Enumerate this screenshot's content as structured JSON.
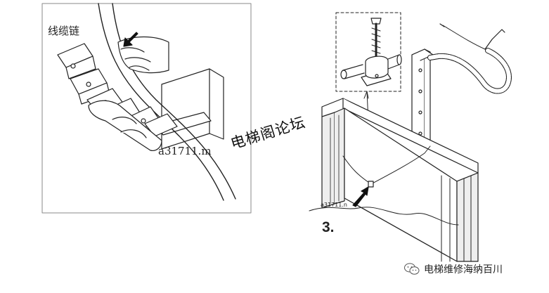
{
  "labels": {
    "cable_chain": "线缆链",
    "code_detail": "a31711.m",
    "code_main": "a31711.n",
    "step": "3."
  },
  "watermark": "电梯阁论坛",
  "credit": {
    "icon": "wechat-icon",
    "text": "电梯维修海纳百川"
  },
  "colors": {
    "line": "#222222",
    "background": "#ffffff",
    "door_panel": "#eeeeee"
  }
}
